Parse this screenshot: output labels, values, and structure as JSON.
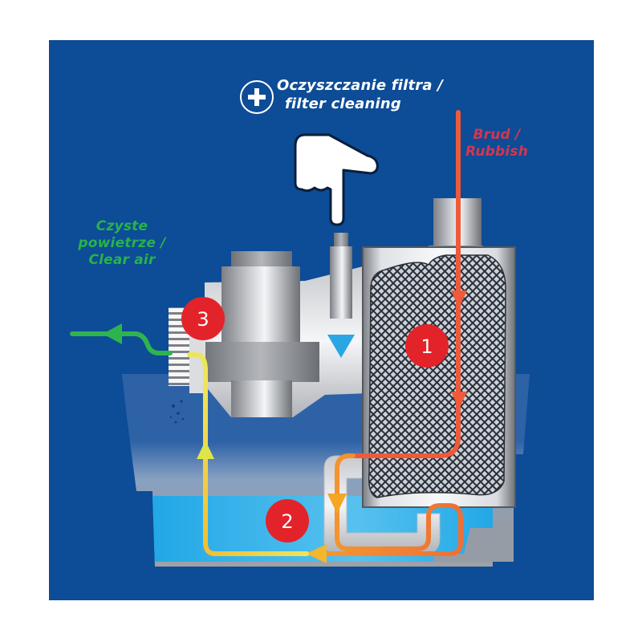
{
  "diagram": {
    "title": "Filter cleaning system – flow of air and rubbish",
    "labels": {
      "filter_cleaning_line1": "Oczyszczanie filtra /",
      "filter_cleaning_line2": "filter cleaning",
      "rubbish_line1": "Brud /",
      "rubbish_line2": "Rubbish",
      "clean_air_line1": "Czyste",
      "clean_air_line2": "powietrze /",
      "clean_air_line3": "Clear air"
    },
    "steps": [
      {
        "number": "1",
        "component": "mesh filter cartridge"
      },
      {
        "number": "2",
        "component": "water bath"
      },
      {
        "number": "3",
        "component": "exhaust grille"
      }
    ],
    "icons": {
      "plus": "plus-circle-icon",
      "hand": "pointing-hand-icon",
      "valve": "down-triangle-icon"
    },
    "colors": {
      "background": "#0d4c96",
      "rubbish_flow": "#ee5a3a",
      "orange_flow": "#f5a623",
      "yellow_flow": "#e3e84a",
      "clean_air_flow": "#2fb34f",
      "badge": "#e3232a",
      "water": "#28aee8",
      "rubbish_text": "#d4364f",
      "clean_air_text": "#27b34a"
    }
  }
}
